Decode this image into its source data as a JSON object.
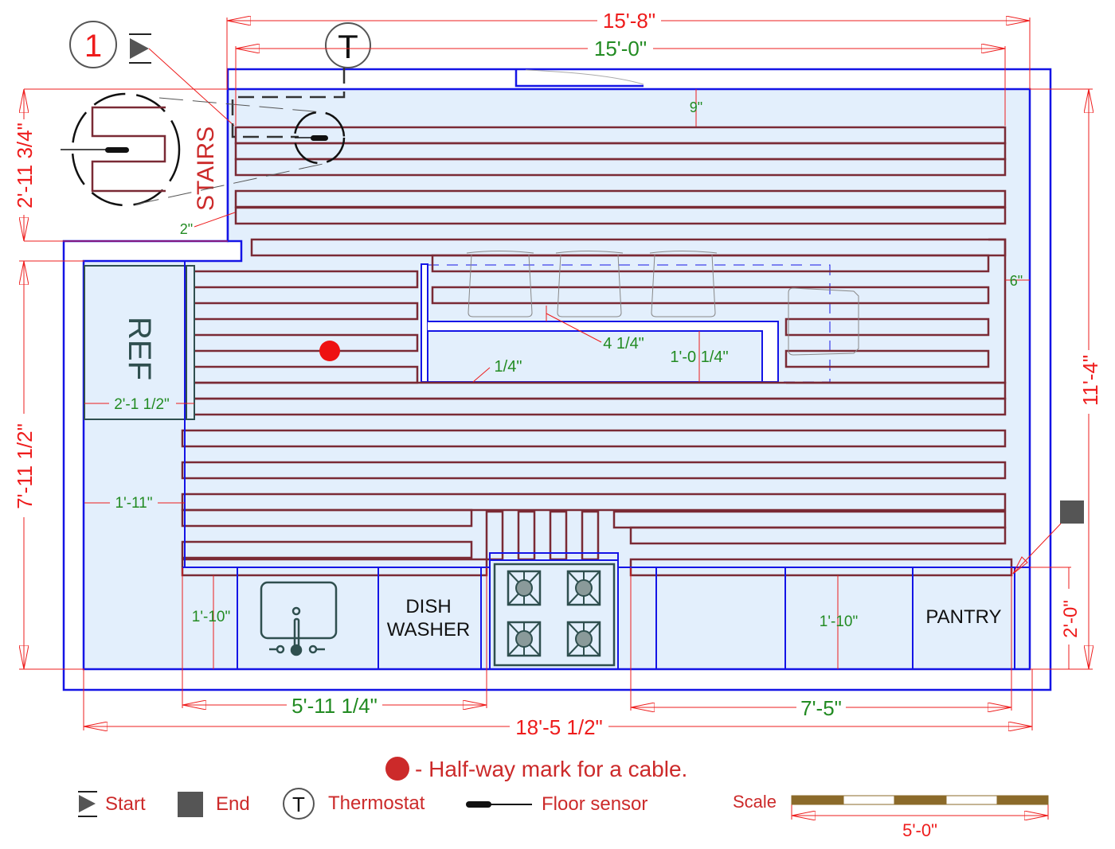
{
  "diagram": {
    "title": "Kitchen floor heating cable layout",
    "colors": {
      "wall": "#1414e6",
      "floor_fill": "#e3effc",
      "cable": "#7a2a35",
      "dimension_line": "#ee1c1c",
      "dimension_text_outer": "#ee1c1c",
      "dimension_text_inner": "#228b22",
      "appliance": "#2f4f4f",
      "halfway_mark": "#ee1111",
      "scale_bar": "#8b6a2a"
    },
    "symbols": {
      "section_marker": "1",
      "thermostat": "T"
    },
    "rooms": {
      "stairs": "STAIRS",
      "refrigerator": "REF",
      "dishwasher_line1": "DISH",
      "dishwasher_line2": "WASHER",
      "pantry": "PANTRY"
    },
    "dimensions": {
      "overall_top_outer": "15'-8\"",
      "overall_top_inner": "15'-0\"",
      "stairs_height": "2'-11 3/4\"",
      "left_height": "7'-11 1/2\"",
      "right_height": "11'-4\"",
      "counter_depth_right": "2'-0\"",
      "bottom_overall": "18'-5 1/2\"",
      "bottom_left_counter": "5'-11 1/4\"",
      "bottom_right_counter": "7'-5\"",
      "top_gap": "9\"",
      "right_gap": "6\"",
      "stairs_gap": "2\"",
      "island_gap": "4 1/4\"",
      "island_depth": "1'-0 1/4\"",
      "island_edge": "1/4\"",
      "ref_width": "2'-1 1/2\"",
      "left_gap": "1'-11\"",
      "counter_left_depth": "1'-10\"",
      "counter_right_depth": "1'-10\""
    },
    "legend": {
      "halfway": "- Half-way mark for a cable.",
      "start": "Start",
      "end": "End",
      "thermostat_symbol": "T",
      "thermostat": "Thermostat",
      "floor_sensor": "Floor sensor",
      "scale_label": "Scale",
      "scale_value": "5'-0\""
    }
  }
}
